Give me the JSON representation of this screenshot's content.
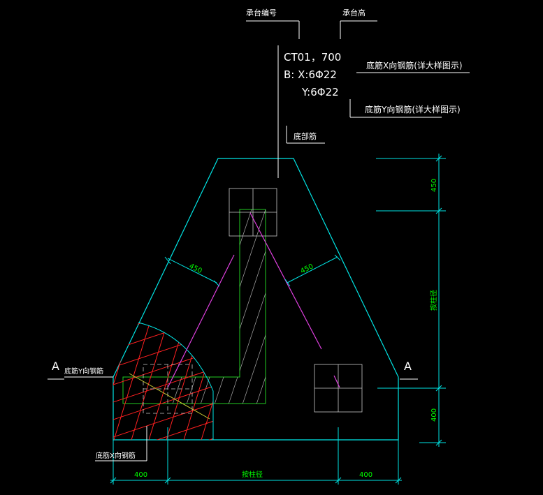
{
  "labels": {
    "cap_id_header": "承台编号",
    "cap_height_header": "承台高",
    "cap_code": "CT01，700",
    "rebar_b_x": "B: X:6Φ22",
    "rebar_b_y": "Y:6Φ22",
    "bottom_rebar": "底部筋",
    "x_rebar_note": "底筋X向钢筋(详大样图示)",
    "y_rebar_note": "底筋Y向钢筋(详大样图示)",
    "y_rebar_left": "底筋Y向钢筋",
    "x_rebar_bottom": "底筋X向钢筋",
    "section_left": "A",
    "section_right": "A"
  },
  "dimensions": {
    "right_top": "450",
    "right_mid": "按柱径",
    "right_bottom": "400",
    "bottom_left": "400",
    "bottom_mid": "按柱径",
    "bottom_right": "400",
    "arm_left": "450",
    "arm_right": "450"
  },
  "colors": {
    "background": "#000000",
    "outline": "#00e5e5",
    "dimension_text": "#00ff00",
    "annotation": "#ffffff",
    "rebar_mesh": "#ff2020",
    "guide_line": "#e040e0",
    "pile": "#c8c8c8"
  }
}
